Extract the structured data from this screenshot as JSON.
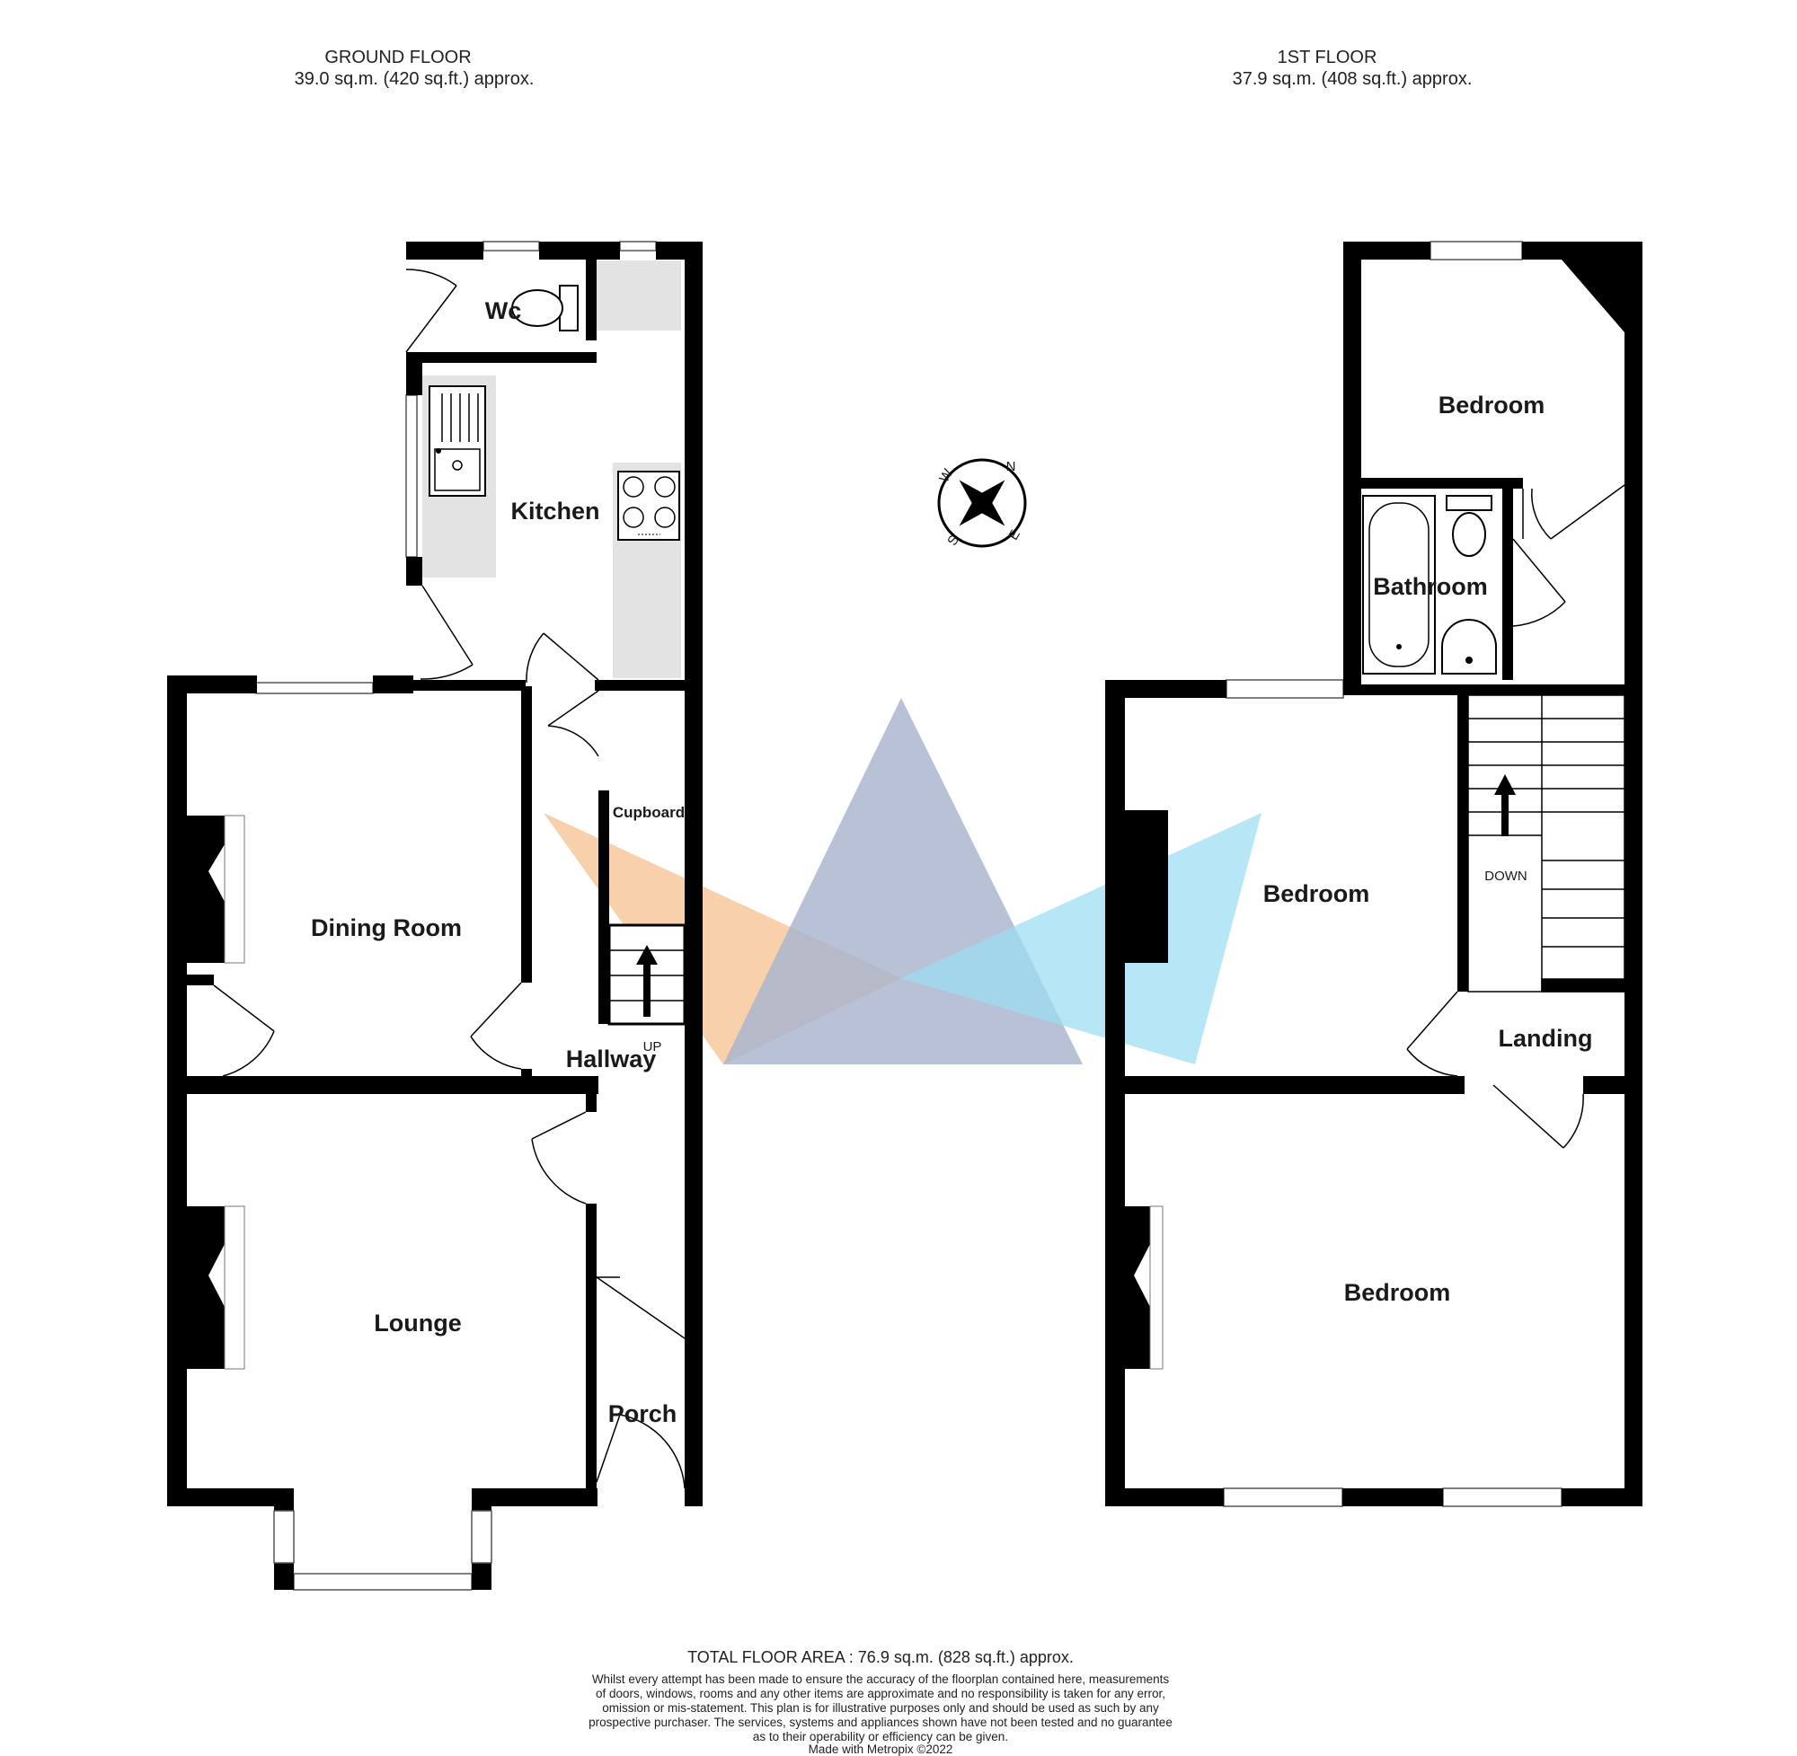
{
  "headers": {
    "ground": {
      "title": "GROUND FLOOR",
      "area": "39.0 sq.m. (420 sq.ft.) approx."
    },
    "first": {
      "title": "1ST FLOOR",
      "area": "37.9 sq.m. (408 sq.ft.) approx."
    }
  },
  "rooms": {
    "wc": "Wc",
    "kitchen": "Kitchen",
    "cupboard": "Cupboard",
    "dining": "Dining Room",
    "hallway": "Hallway",
    "up": "UP",
    "lounge": "Lounge",
    "porch": "Porch",
    "bedroom_rear": "Bedroom",
    "bathroom": "Bathroom",
    "bedroom_middle": "Bedroom",
    "down": "DOWN",
    "landing": "Landing",
    "bedroom_front": "Bedroom"
  },
  "compass": {
    "n": "N",
    "e": "E",
    "s": "S",
    "w": "W"
  },
  "footer": {
    "total": "TOTAL FLOOR AREA : 76.9 sq.m. (828 sq.ft.) approx.",
    "disclaimer": [
      "Whilst every attempt has been made to ensure the accuracy of the floorplan contained here, measurements",
      "of doors, windows, rooms and any other items are approximate and no responsibility is taken for any error,",
      "omission or mis-statement. This plan is for illustrative purposes only and should be used as such by any",
      "prospective purchaser. The services, systems and appliances shown have not been tested and no guarantee",
      "as to their operability or efficiency can be given.",
      "Made with Metropix ©2022"
    ]
  },
  "colors": {
    "wall": "#000000",
    "fixture": "#e3e3e3",
    "logo_orange": "#f5b57e",
    "logo_slate": "#8f9fbd",
    "logo_cyan": "#7dd3ef"
  },
  "icons": [
    "compass-icon",
    "sink-icon",
    "hob-icon",
    "toilet-icon",
    "bath-icon",
    "basin-icon",
    "stairs-arrow-icon",
    "watermark-logo"
  ]
}
